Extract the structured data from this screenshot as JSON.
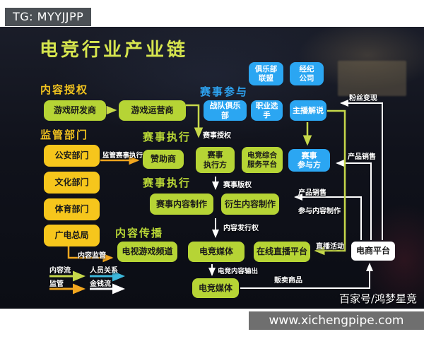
{
  "badge": "TG: MYYJJPP",
  "title": "电竞行业产业链",
  "headings": {
    "content_license": "内容授权",
    "regulators": "监管部门",
    "event_participation": "赛事参与",
    "event_execution_1": "赛事执行",
    "event_execution_2": "赛事执行",
    "content_distribution": "内容传播"
  },
  "nodes": {
    "game_developer": "游戏研发商",
    "game_operator": "游戏运营商",
    "public_security_dept": "公安部门",
    "culture_dept": "文化部门",
    "sports_dept": "体育部门",
    "broadcast_tv_admin": "广电总局",
    "club_alliance": "俱乐部\n联盟",
    "agency_company": "经纪\n公司",
    "team_club": "战队俱乐部",
    "pro_players": "职业选手",
    "streamer_casters": "主播解说",
    "sponsor": "赞助商",
    "event_executor": "赛事\n执行方",
    "esports_service_platform": "电竞综合\n服务平台",
    "event_participant": "赛事\n参与方",
    "event_content_production": "赛事内容制作",
    "derivative_content_production": "衍生内容制作",
    "tv_game_channel": "电视游戏频道",
    "esports_media_top": "电竞媒体",
    "online_streaming_platform": "在线直播平台",
    "ecommerce_platform": "电商平台",
    "esports_media_bottom": "电竞媒体"
  },
  "edge_labels": {
    "supervise_event_execution": "监管赛事执行",
    "event_licensing": "赛事授权",
    "event_copyright": "赛事版权",
    "content_distribution_rights": "内容发行权",
    "content_supervision": "内容监管",
    "esports_content_output": "电竞内容输出",
    "sell_goods": "贩卖商品",
    "live_streaming_events": "直播活动",
    "fan_monetization": "粉丝变现",
    "product_sales_right": "产品销售",
    "product_sales_mid": "产品销售",
    "participate_content_production": "参与内容制作"
  },
  "legend": {
    "items": [
      {
        "label": "内容流",
        "color": "#c6d84a"
      },
      {
        "label": "人员关系",
        "color": "#3cb7da"
      },
      {
        "label": "监管",
        "color": "#f2a71f"
      },
      {
        "label": "金钱流",
        "color": "#ffffff"
      }
    ]
  },
  "watermarks": {
    "source": "百家号/鸿梦星竞",
    "site": "www.xichengpipe.com"
  },
  "colors": {
    "green_node": "#b6d435",
    "yellow_node": "#f6c61c",
    "blue_node": "#2ba6f2",
    "white_node": "#ffffff",
    "title": "#d6e54e"
  }
}
